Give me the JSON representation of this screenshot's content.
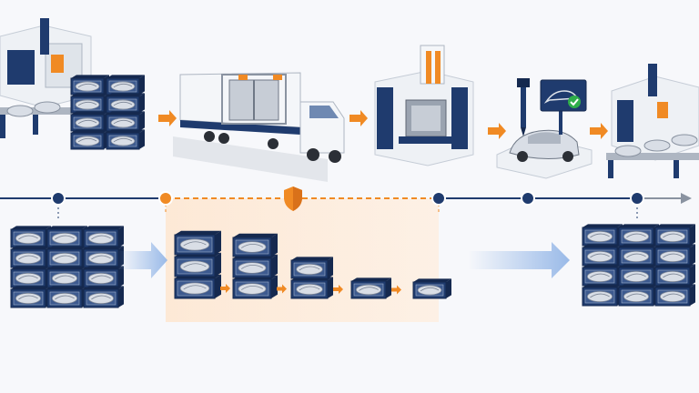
{
  "colors": {
    "navy": "#1f3b6e",
    "navy_dark": "#15294f",
    "orange": "#f08a24",
    "steel": "#aeb6c2",
    "steel_light": "#d9dee6",
    "panel_white": "#eef1f5",
    "highlight_zone": "#fde8d4",
    "flow_arrow": "#8fb3e6",
    "check_green": "#2fae4a",
    "road": "#e3e6eb"
  },
  "stages": [
    {
      "id": "press-line",
      "icon": "robotic-press-line-icon"
    },
    {
      "id": "truck-transport",
      "icon": "truck-icon"
    },
    {
      "id": "die-press",
      "icon": "die-press-icon"
    },
    {
      "id": "quality-inspection",
      "icon": "inspection-station-icon"
    },
    {
      "id": "assembly-line",
      "icon": "assembly-line-icon"
    }
  ],
  "timeline": {
    "nodes": [
      {
        "type": "milestone",
        "color": "navy"
      },
      {
        "type": "milestone",
        "color": "orange"
      },
      {
        "type": "shield",
        "color": "orange"
      },
      {
        "type": "milestone",
        "color": "navy"
      },
      {
        "type": "milestone",
        "color": "navy"
      },
      {
        "type": "milestone",
        "color": "navy"
      }
    ],
    "end_icon": "arrow-right-icon"
  },
  "inventory": {
    "left_stack": {
      "rows": 4,
      "cols": 3
    },
    "buffer_sequence": [
      {
        "rows": 3,
        "cols": 1
      },
      {
        "rows": 3,
        "cols": 1
      },
      {
        "rows": 2,
        "cols": 1
      },
      {
        "rows": 1,
        "cols": 1
      },
      {
        "rows": 1,
        "cols": 1
      }
    ],
    "right_stack": {
      "rows": 4,
      "cols": 3
    }
  }
}
